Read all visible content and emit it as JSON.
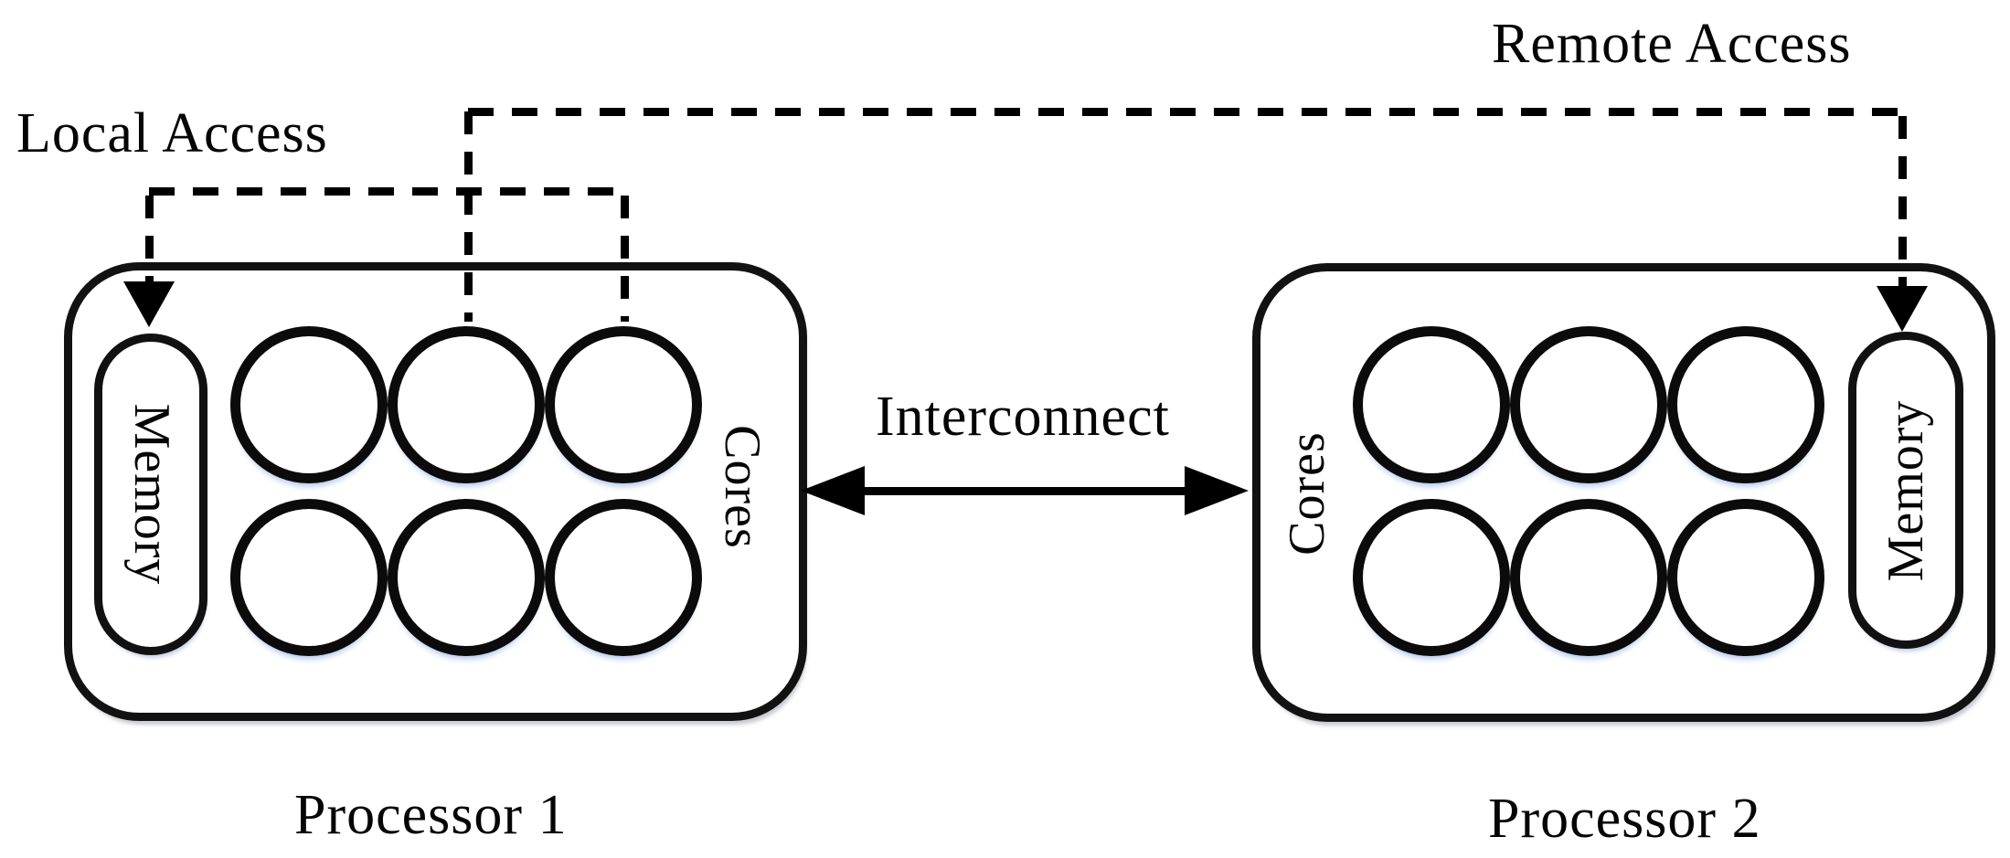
{
  "diagram": {
    "labels": {
      "local_access": "Local Access",
      "remote_access": "Remote Access",
      "interconnect": "Interconnect"
    },
    "processor1": {
      "title": "Processor 1",
      "memory_label": "Memory",
      "cores_label": "Cores",
      "core_count": 6
    },
    "processor2": {
      "title": "Processor 2",
      "memory_label": "Memory",
      "cores_label": "Cores",
      "core_count": 6
    },
    "colors": {
      "ink": "#000000",
      "background": "#ffffff",
      "core_shadow": "#a5beeb"
    }
  }
}
